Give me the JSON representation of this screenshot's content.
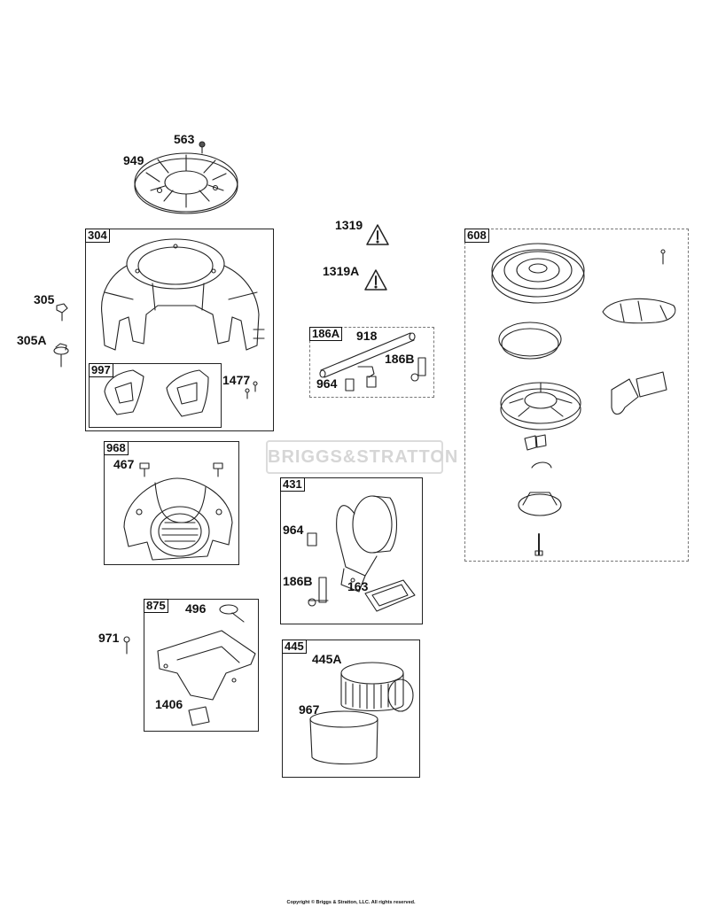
{
  "brand_watermark": "BRIGGS&STRATTON",
  "copyright": "Copyright © Briggs & Stratton, LLC. All rights reserved.",
  "callouts": {
    "p563": "563",
    "p949": "949",
    "p1319": "1319",
    "p1319a": "1319A",
    "p305": "305",
    "p305a": "305A",
    "p1477": "1477",
    "p918": "918",
    "p186b_top": "186B",
    "p964_top": "964",
    "p467": "467",
    "p964_mid": "964",
    "p186b_mid": "186B",
    "p163": "163",
    "p971": "971",
    "p496": "496",
    "p1406": "1406",
    "p445a": "445A",
    "p967": "967"
  },
  "boxes": {
    "b304": "304",
    "b997": "997",
    "b186a": "186A",
    "b608": "608",
    "b968": "968",
    "b431": "431",
    "b875": "875",
    "b445": "445"
  },
  "colors": {
    "line": "#222222",
    "watermark": "#d6d6d6"
  }
}
